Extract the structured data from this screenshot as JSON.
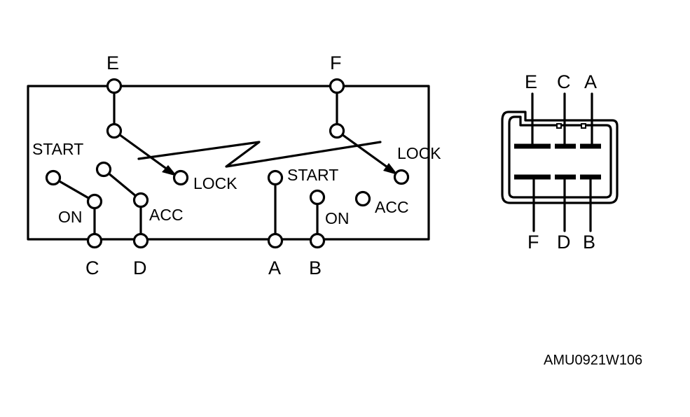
{
  "switch_diagram": {
    "terminals": {
      "E": "E",
      "F": "F",
      "C": "C",
      "D": "D",
      "A": "A",
      "B": "B"
    },
    "positions": {
      "start_left": "START",
      "on_left": "ON",
      "acc_left": "ACC",
      "lock_left": "LOCK",
      "start_right": "START",
      "on_right": "ON",
      "acc_right": "ACC",
      "lock_right": "LOCK"
    }
  },
  "connector": {
    "top_labels": [
      "E",
      "C",
      "A"
    ],
    "bottom_labels": [
      "F",
      "D",
      "B"
    ]
  },
  "figure_code": "AMU0921W106"
}
